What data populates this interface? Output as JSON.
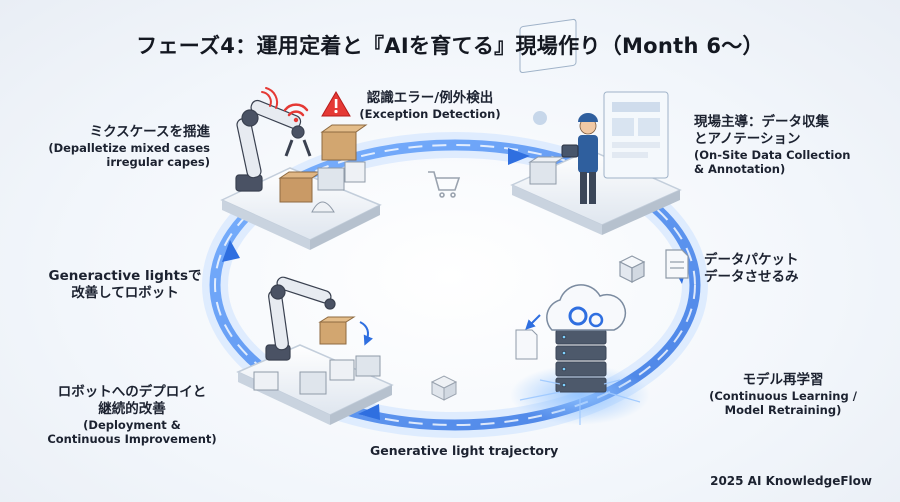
{
  "title": "フェーズ4：運用定着と『AIを育てる』現場作り（Month 6〜）",
  "labels": {
    "exception": {
      "jp": "認識エラー/例外検出",
      "en": "(Exception Detection)"
    },
    "onsite": {
      "jp1": "現場主導：データ収集",
      "jp2": "とアノテーション",
      "en1": "(On-Site Data Collection",
      "en2": "& Annotation)"
    },
    "packet": {
      "jp1": "データパケット",
      "jp2": "データさせるみ"
    },
    "retrain": {
      "jp": "モデル再学習",
      "en1": "(Continuous Learning /",
      "en2": "Model Retraining)"
    },
    "trajectory": {
      "en": "Generative light trajectory"
    },
    "deploy": {
      "jp1": "ロボットへのデプロイと",
      "jp2": "継続的改善",
      "en1": "(Deployment &",
      "en2": "Continuous Improvement)"
    },
    "improve": {
      "jp1": "Generactive lightsで",
      "jp2": "改善してロボット"
    },
    "depal": {
      "jp": "ミクスケースを揺進",
      "en1": "(Depalletize mixed cases",
      "en2": "irregular capes)"
    }
  },
  "credit": "2025 AI KnowledgeFlow",
  "icons": [
    "robot-arm-icon",
    "wifi-icon",
    "warning-icon",
    "worker-icon",
    "tablet-icon",
    "cart-icon",
    "document-icon",
    "cloud-gear-icon",
    "server-stack-icon",
    "box-icon"
  ],
  "colors": {
    "flow": "#3b82f6",
    "glow": "#9cc8ff",
    "warning": "#e53935",
    "wifi": "#e53935",
    "worker": "#2f5f9e",
    "box": "#c99a66"
  }
}
